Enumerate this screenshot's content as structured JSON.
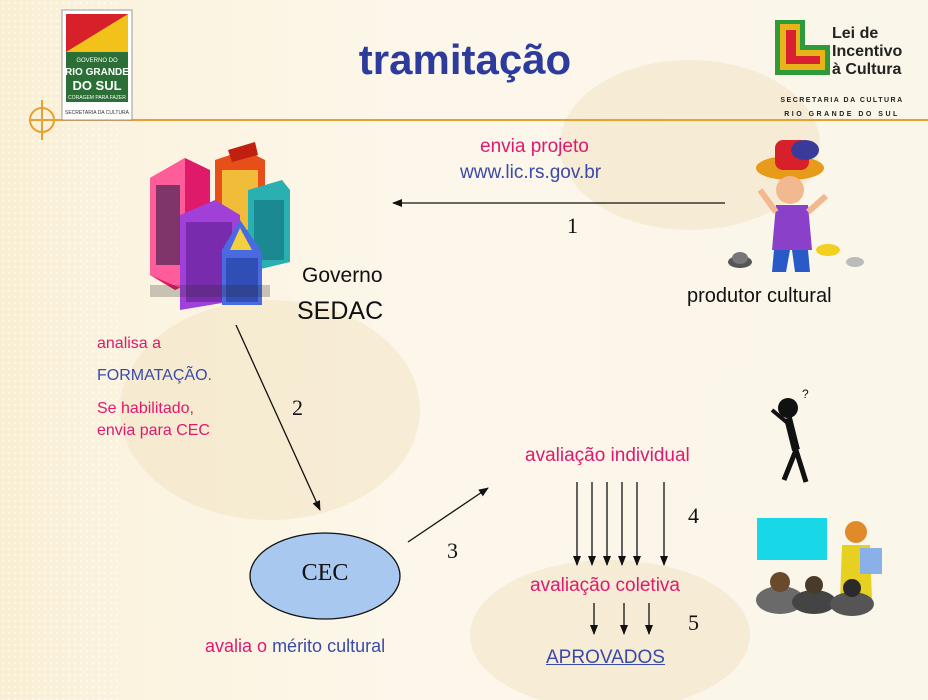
{
  "header": {
    "title": "tramitação",
    "logo_left_lines": [
      "GOVERNO DO",
      "RIO GRANDE",
      "DO SUL",
      "CORAGEM PARA FAZER",
      "SECRETARIA DA CULTURA"
    ],
    "logo_right_lines": [
      "Lei de",
      "Incentivo",
      "à Cultura",
      "SECRETARIA DA CULTURA",
      "RIO GRANDE DO SUL"
    ]
  },
  "nodes": {
    "envia_projeto": "envia projeto",
    "url": "www.lic.rs.gov.br",
    "governo": "Governo",
    "sedac": "SEDAC",
    "produtor": "produtor cultural",
    "analisa_a": "analisa a",
    "formatacao": "FORMATAÇÃO.",
    "se_habilitado": "Se habilitado,",
    "envia_cec": "envia para CEC",
    "cec": "CEC",
    "avalia_o": "avalia o",
    "merito": "mérito cultural",
    "aval_individual": "avaliação individual",
    "aval_coletiva": "avaliação coletiva",
    "aprovados": "APROVADOS"
  },
  "steps": [
    "1",
    "2",
    "3",
    "4",
    "5"
  ],
  "colors": {
    "title": "#2c3b9c",
    "pink": "#e0186e",
    "blue": "#3a4aa8",
    "ellipse": "#a8c8f0",
    "orange_line": "#e8a030"
  }
}
